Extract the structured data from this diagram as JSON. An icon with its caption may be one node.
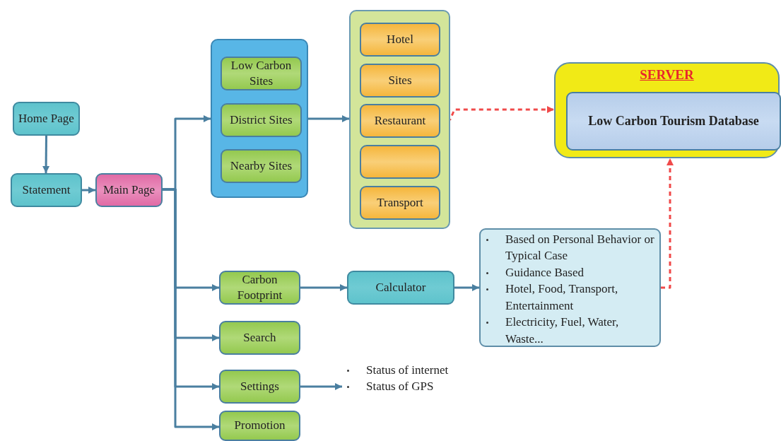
{
  "diagram": {
    "nodes": [
      {
        "text": [
          "Home Page"
        ]
      },
      {
        "text": [
          "Statement"
        ]
      },
      {
        "text": [
          "Main Page"
        ]
      },
      {
        "text": [],
        "shape": "box"
      },
      {
        "text": [
          "Low Carbon Sites"
        ],
        "in": 3
      },
      {
        "text": [
          "District Sites"
        ],
        "in": 3
      },
      {
        "text": [
          "Nearby Sites"
        ],
        "in": 3
      },
      {
        "text": [],
        "shape": "box"
      },
      {
        "text": [
          "Hotel"
        ],
        "in": 7
      },
      {
        "text": [
          "Sites"
        ],
        "in": 7
      },
      {
        "text": [
          "Restaurant"
        ],
        "in": 7
      },
      {
        "text": [],
        "shape": "box",
        "in": 7
      },
      {
        "text": [
          "Transport"
        ],
        "in": 7
      },
      {
        "text": [
          "SERVER"
        ]
      },
      {
        "text": [
          "Low Carbon Tourism Database"
        ],
        "in": 13
      },
      {
        "text": [
          "Carbon Footprint"
        ]
      },
      {
        "text": [
          "Calculator"
        ]
      },
      {
        "text": [
          "Based on Personal Behavior or Typical Case",
          "Guidance Based",
          "Hotel, Food, Transport, Entertainment",
          "Electricity, Fuel, Water, Waste..."
        ]
      },
      {
        "text": [
          "Search"
        ]
      },
      {
        "text": [
          "Settings"
        ]
      },
      {
        "text": [
          "Promotion"
        ]
      },
      {
        "text": [
          "Status of internet",
          "Status of GPS"
        ]
      }
    ],
    "edges": [
      {
        "from": 0,
        "to": 1,
        "arrow": "to"
      },
      {
        "from": 1,
        "to": 2,
        "arrow": "to"
      },
      {
        "from": 2,
        "to": 3,
        "arrow": "to"
      },
      {
        "from": 2,
        "to": 15,
        "arrow": "to"
      },
      {
        "from": 2,
        "to": 18,
        "arrow": "to"
      },
      {
        "from": 2,
        "to": 19,
        "arrow": "to"
      },
      {
        "from": 2,
        "to": 20,
        "arrow": "to"
      },
      {
        "from": 3,
        "to": 7,
        "arrow": "to"
      },
      {
        "from": 10,
        "to": 13,
        "arrow": "to",
        "style": "dashed",
        "color": "#f04a4a"
      },
      {
        "from": 15,
        "to": 16,
        "arrow": "to"
      },
      {
        "from": 16,
        "to": 17,
        "arrow": "to"
      },
      {
        "from": 19,
        "to": 21,
        "arrow": "to"
      },
      {
        "from": 17,
        "to": 13,
        "arrow": "to",
        "style": "dashed",
        "color": "#f04a4a"
      }
    ]
  }
}
